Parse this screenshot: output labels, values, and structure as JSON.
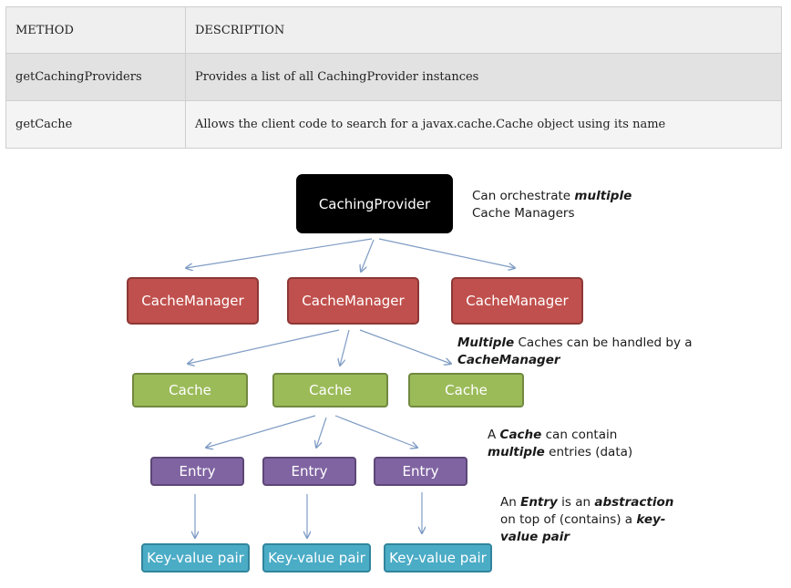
{
  "table": {
    "headers": {
      "method": "METHOD",
      "description": "DESCRIPTION"
    },
    "rows": [
      {
        "method": "getCachingProviders",
        "description": "Provides a list of all CachingProvider instances"
      },
      {
        "method": "getCache",
        "description": "Allows the client code to search for a javax.cache.Cache object using its name"
      }
    ]
  },
  "diagram": {
    "provider": "CachingProvider",
    "managers": [
      "CacheManager",
      "CacheManager",
      "CacheManager"
    ],
    "caches": [
      "Cache",
      "Cache",
      "Cache"
    ],
    "entries": [
      "Entry",
      "Entry",
      "Entry"
    ],
    "pairs": [
      "Key-value pair",
      "Key-value pair",
      "Key-value pair"
    ],
    "notes": {
      "provider": {
        "a": "Can orchestrate ",
        "b": "multiple",
        "c": "Cache Managers"
      },
      "manager": {
        "a": "Multiple",
        "b": " Caches can be handled by a",
        "c": "CacheManager"
      },
      "cache": {
        "a": "A ",
        "b": "Cache",
        "c": " can contain",
        "d": "multiple",
        "e": " entries (data)"
      },
      "entry": {
        "a": "An ",
        "b": "Entry",
        "c": " is an ",
        "d": "abstraction",
        "e": "on top of (contains) a ",
        "f": "key-",
        "g": "value pair"
      }
    },
    "colors": {
      "provider": "#000000",
      "manager": "#c0504d",
      "cache": "#9bbb59",
      "entry": "#8064a2",
      "pair": "#4bacc6",
      "arrow": "#7f9cc4"
    }
  }
}
